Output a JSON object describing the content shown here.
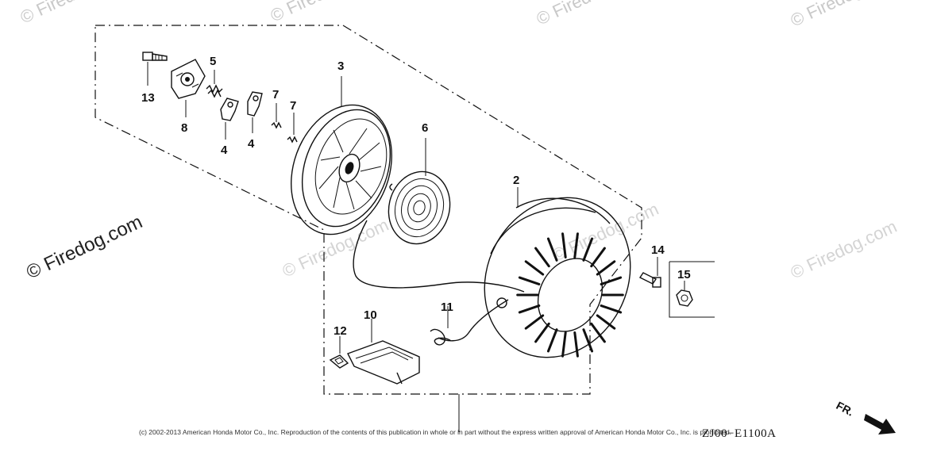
{
  "watermark": {
    "text": "Firedog.com",
    "copyright_symbol": "©"
  },
  "parts": [
    {
      "id": "p13",
      "label": "13"
    },
    {
      "id": "p8",
      "label": "8"
    },
    {
      "id": "p5",
      "label": "5"
    },
    {
      "id": "p4a",
      "label": "4"
    },
    {
      "id": "p4b",
      "label": "4"
    },
    {
      "id": "p7a",
      "label": "7"
    },
    {
      "id": "p7b",
      "label": "7"
    },
    {
      "id": "p3",
      "label": "3"
    },
    {
      "id": "p6",
      "label": "6"
    },
    {
      "id": "p2",
      "label": "2"
    },
    {
      "id": "p14",
      "label": "14"
    },
    {
      "id": "p15",
      "label": "15"
    },
    {
      "id": "p11",
      "label": "11"
    },
    {
      "id": "p10",
      "label": "10"
    },
    {
      "id": "p12",
      "label": "12"
    }
  ],
  "footer": {
    "copyright": "(c) 2002-2013 American Honda Motor Co., Inc. Reproduction of the contents of this publication in whole or in part without the express written approval of American Honda Motor Co., Inc. is prohibited.",
    "diagram_code": "ZJ00−E1100A",
    "direction_label": "FR."
  }
}
